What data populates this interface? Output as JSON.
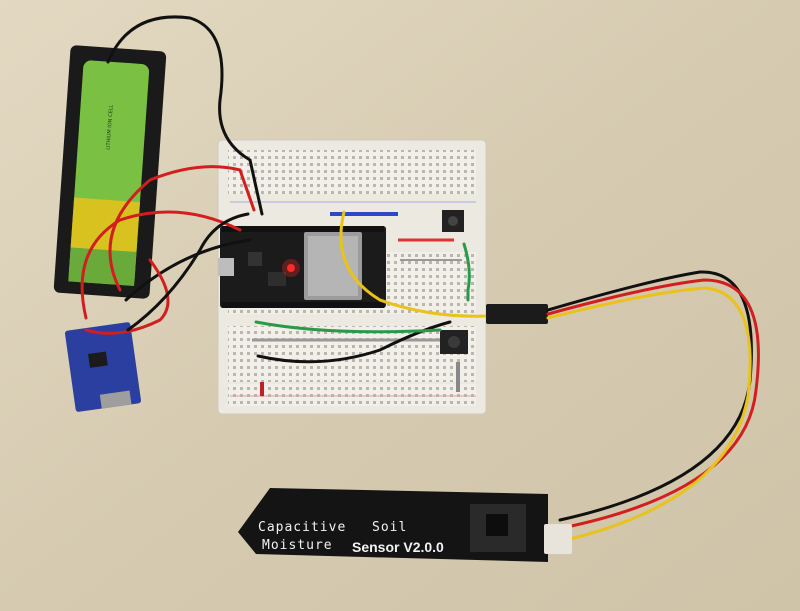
{
  "sensor": {
    "line1_left": "Capacitive",
    "line1_right": "Soil",
    "line2_left": "Moisture",
    "line2_right": "Sensor V2.0.0"
  },
  "colors": {
    "table": "#d8cdb4",
    "breadboard": "#f1efe8",
    "battery": "#7ac043",
    "esp_board": "#1b1b1b",
    "charger": "#2a3fa0",
    "sensor_board": "#141414",
    "wire_red": "#d21e1e",
    "wire_black": "#111111",
    "wire_yellow": "#e9c21a",
    "wire_green": "#2a9a4a",
    "led": "#ff2a2a"
  }
}
